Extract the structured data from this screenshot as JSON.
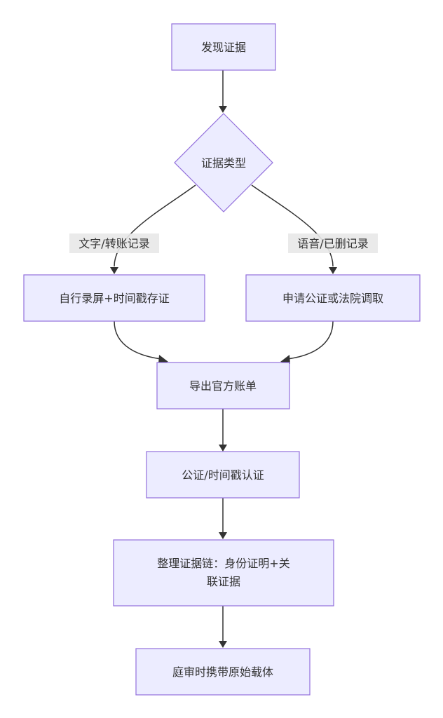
{
  "nodes": {
    "discover": "发现证据",
    "type": "证据类型",
    "record": "自行录屏+时间戳存证",
    "notary_court": "申请公证或法院调取",
    "export": "导出官方账单",
    "notarize": "公证/时间戳认证",
    "chain_line1": "整理证据链：身份证明+关",
    "chain_line2": "联证据",
    "court": "庭审时携带原始载体"
  },
  "edges": {
    "left_label": "文字/转账记录",
    "right_label": "语音/已删记录"
  },
  "colors": {
    "node_fill": "#ECECFF",
    "node_stroke": "#9370DB",
    "edge": "#333333",
    "label_bg": "#e8e8e8"
  }
}
